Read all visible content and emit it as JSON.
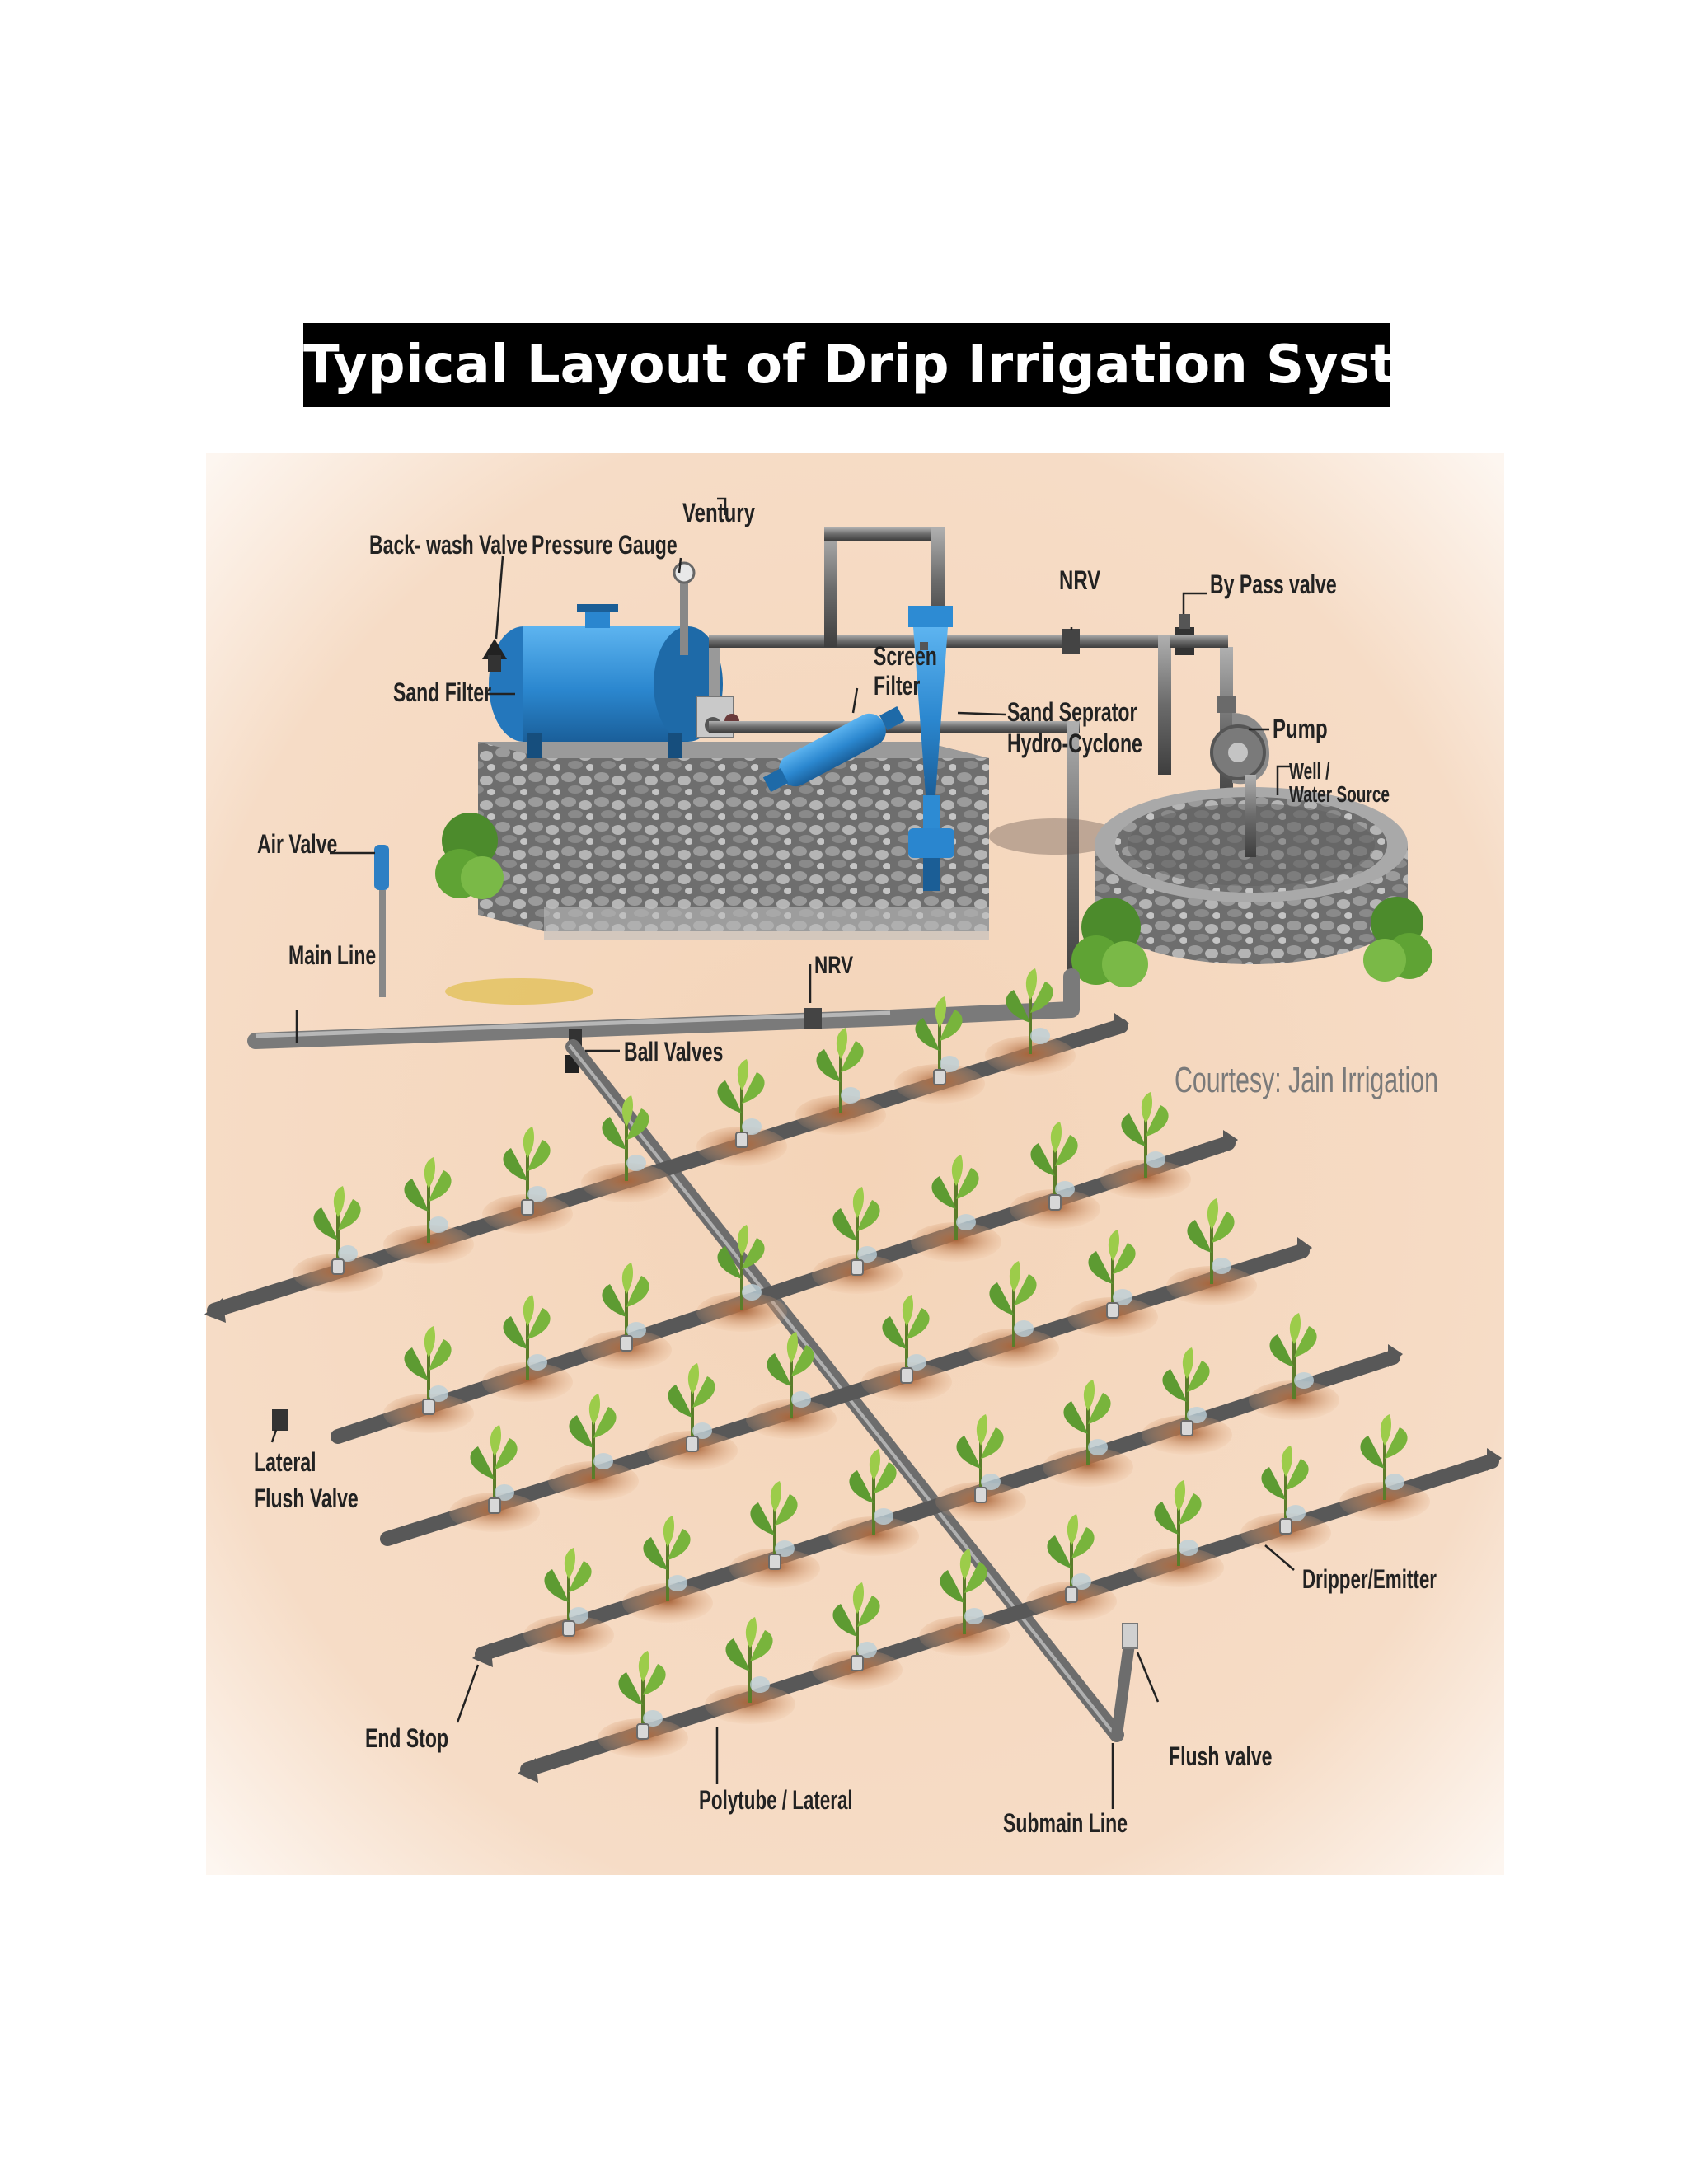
{
  "title": "Typical Layout of Drip Irrigation System",
  "courtesy": "Courtesy: Jain Irrigation",
  "labels": {
    "venturi": "Ventury",
    "backwash_valve": "Back- wash Valve",
    "pressure_gauge": "Pressure Gauge",
    "nrv_top": "NRV",
    "bypass_valve": "By Pass valve",
    "sand_filter": "Sand Filter",
    "screen_filter_1": "Screen",
    "screen_filter_2": "Filter",
    "sand_separator_1": "Sand Seprator",
    "sand_separator_2": "Hydro-Cyclone",
    "pump": "Pump",
    "well_1": "Well /",
    "well_2": "Water Source",
    "air_valve": "Air Valve",
    "main_line": "Main Line",
    "nrv_main": "NRV",
    "ball_valves": "Ball Valves",
    "lateral_flush_1": "Lateral",
    "lateral_flush_2": "Flush Valve",
    "dripper": "Dripper/Emitter",
    "end_stop": "End Stop",
    "flush_valve": "Flush valve",
    "polytube": "Polytube / Lateral",
    "submain": "Submain Line"
  },
  "colors": {
    "soil": "#f3d6bd",
    "pipe": "#6b6b6b",
    "tank": "#2f8fd8",
    "plant": "#4f8f2f",
    "gravel": "#7f7f7f"
  }
}
